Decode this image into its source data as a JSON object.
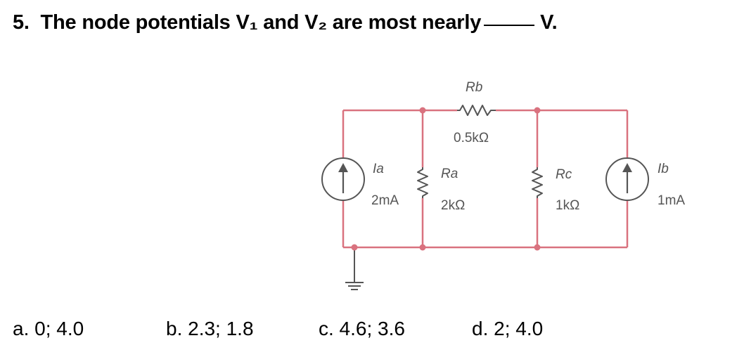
{
  "question": {
    "number": "5.",
    "text_before": "The node potentials V₁ and V₂ are most nearly",
    "text_after": "V."
  },
  "circuit": {
    "source_a": {
      "name": "Ia",
      "value": "2mA"
    },
    "source_b": {
      "name": "Ib",
      "value": "1mA"
    },
    "resistor_a": {
      "name": "Ra",
      "value": "2kΩ"
    },
    "resistor_b": {
      "name": "Rb",
      "value": "0.5kΩ"
    },
    "resistor_c": {
      "name": "Rc",
      "value": "1kΩ"
    },
    "wire_color": "#d9727f",
    "component_color": "#555555"
  },
  "choices": [
    {
      "label": "a. 0; 4.0"
    },
    {
      "label": "b. 2.3; 1.8"
    },
    {
      "label": "c. 4.6; 3.6"
    },
    {
      "label": "d. 2; 4.0"
    }
  ]
}
